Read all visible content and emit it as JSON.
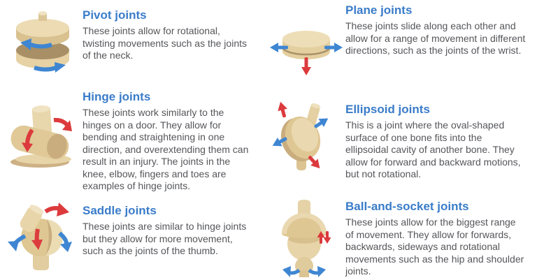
{
  "page": {
    "background": "#ffffff",
    "kind": "joint-types-infographic"
  },
  "colors": {
    "title_blue": "#3a7cc9",
    "body_text": "#55565a",
    "arrow_blue": "#3f86d2",
    "arrow_red": "#dc3a3d",
    "bone_light": "#f0e3c3",
    "bone_mid": "#dfc794",
    "bone_shade": "#c9ad7e",
    "bone_dark": "#a98f66"
  },
  "sections": [
    {
      "id": "pivot",
      "icon": "pivot-joint-icon",
      "title": "Pivot joints",
      "description": "These joints allow for rotational, twisting movements such as the joints of the neck."
    },
    {
      "id": "plane",
      "icon": "plane-joint-icon",
      "title": "Plane joints",
      "description": "These joints slide along each other and allow for a range of movement in different directions, such as the joints of the wrist."
    },
    {
      "id": "hinge",
      "icon": "hinge-joint-icon",
      "title": "Hinge joints",
      "description": "These joints work similarly to the hinges on a door. They allow for bending and straightening in one direction, and overextending them can result in an injury. The joints in the knee, elbow, fingers and toes are examples of hinge joints."
    },
    {
      "id": "ellipsoid",
      "icon": "ellipsoid-joint-icon",
      "title": "Ellipsoid joints",
      "description": "This is a joint where the oval-shaped surface of one bone fits into the ellipsoidal cavity of another bone. They allow for forward and backward motions, but not rotational."
    },
    {
      "id": "saddle",
      "icon": "saddle-joint-icon",
      "title": "Saddle joints",
      "description": "These joints are similar to hinge joints but they allow for more movement, such as the joints of the thumb."
    },
    {
      "id": "ball",
      "icon": "ball-and-socket-joint-icon",
      "title": "Ball-and-socket joints",
      "description": "These joints allow for the biggest range of movement. They allow for forwards, backwards, sideways and rotational movements such as the hip and shoulder joints."
    }
  ]
}
